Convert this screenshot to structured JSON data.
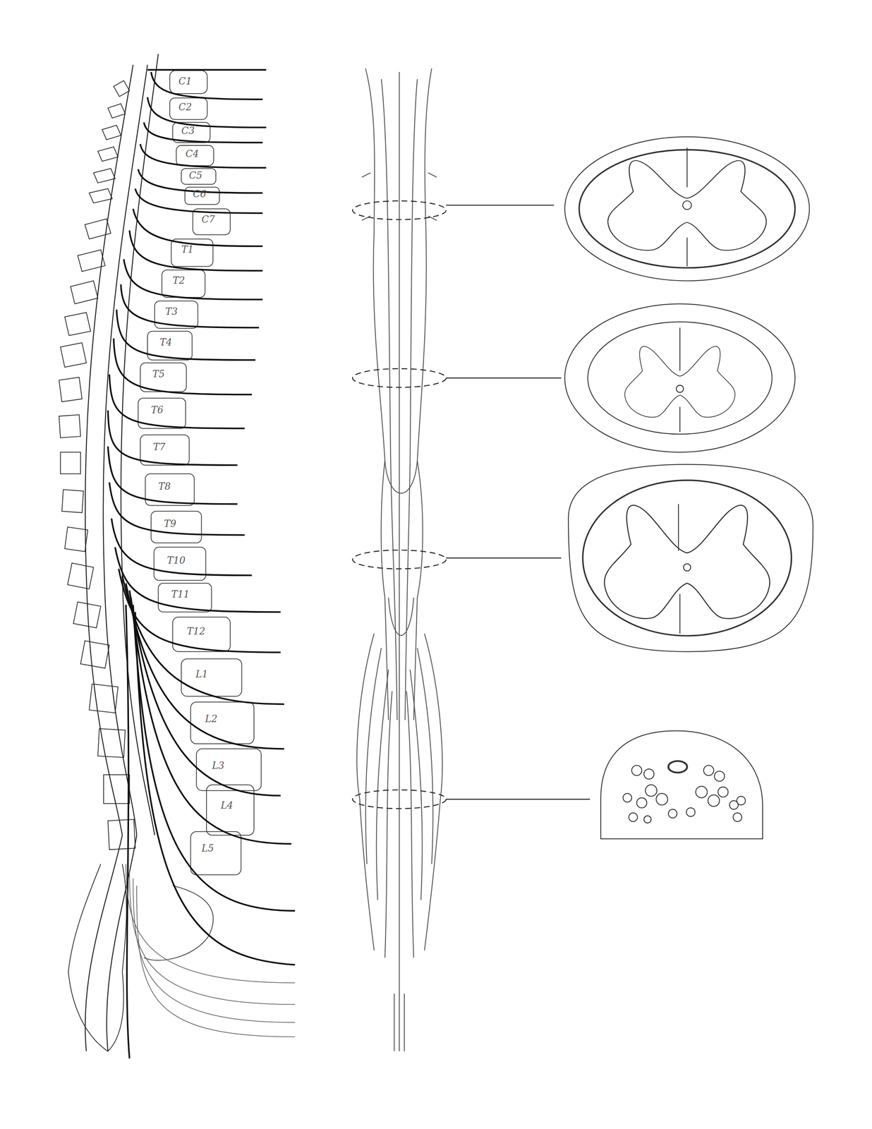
{
  "diagram": {
    "labels": [
      "C1",
      "C2",
      "C3",
      "C4",
      "C5",
      "C6",
      "C7",
      "T1",
      "T2",
      "T3",
      "T4",
      "T5",
      "T6",
      "T7",
      "T8",
      "T9",
      "T10",
      "T11",
      "T12",
      "L1",
      "L2",
      "L3",
      "L4",
      "L5"
    ]
  }
}
